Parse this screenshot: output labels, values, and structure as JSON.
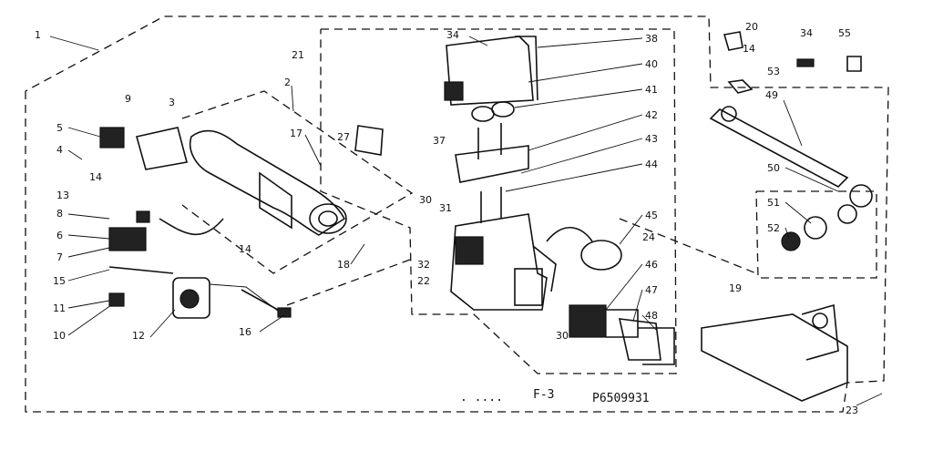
{
  "labels": {
    "1": "1",
    "2": "2",
    "3": "3",
    "4": "4",
    "5": "5",
    "6": "6",
    "7": "7",
    "8": "8",
    "9": "9",
    "10": "10",
    "11": "11",
    "12": "12",
    "13": "13",
    "14a": "14",
    "14b": "14",
    "14c": "14",
    "15": "15",
    "16": "16",
    "17": "17",
    "18": "18",
    "19": "19",
    "20": "20",
    "21": "21",
    "22": "22",
    "23": "23",
    "24": "24",
    "27": "27",
    "30a": "30",
    "30b": "30",
    "31": "31",
    "32": "32",
    "34a": "34",
    "34b": "34",
    "37": "37",
    "38": "38",
    "40": "40",
    "41": "41",
    "42": "42",
    "43": "43",
    "44": "44",
    "45": "45",
    "46": "46",
    "47": "47",
    "48": "48",
    "49": "49",
    "50": "50",
    "51": "51",
    "52": "52",
    "53": "53",
    "55": "55"
  },
  "caption": {
    "dots": ". ....",
    "figure": "F-3",
    "code": "P6509931"
  }
}
